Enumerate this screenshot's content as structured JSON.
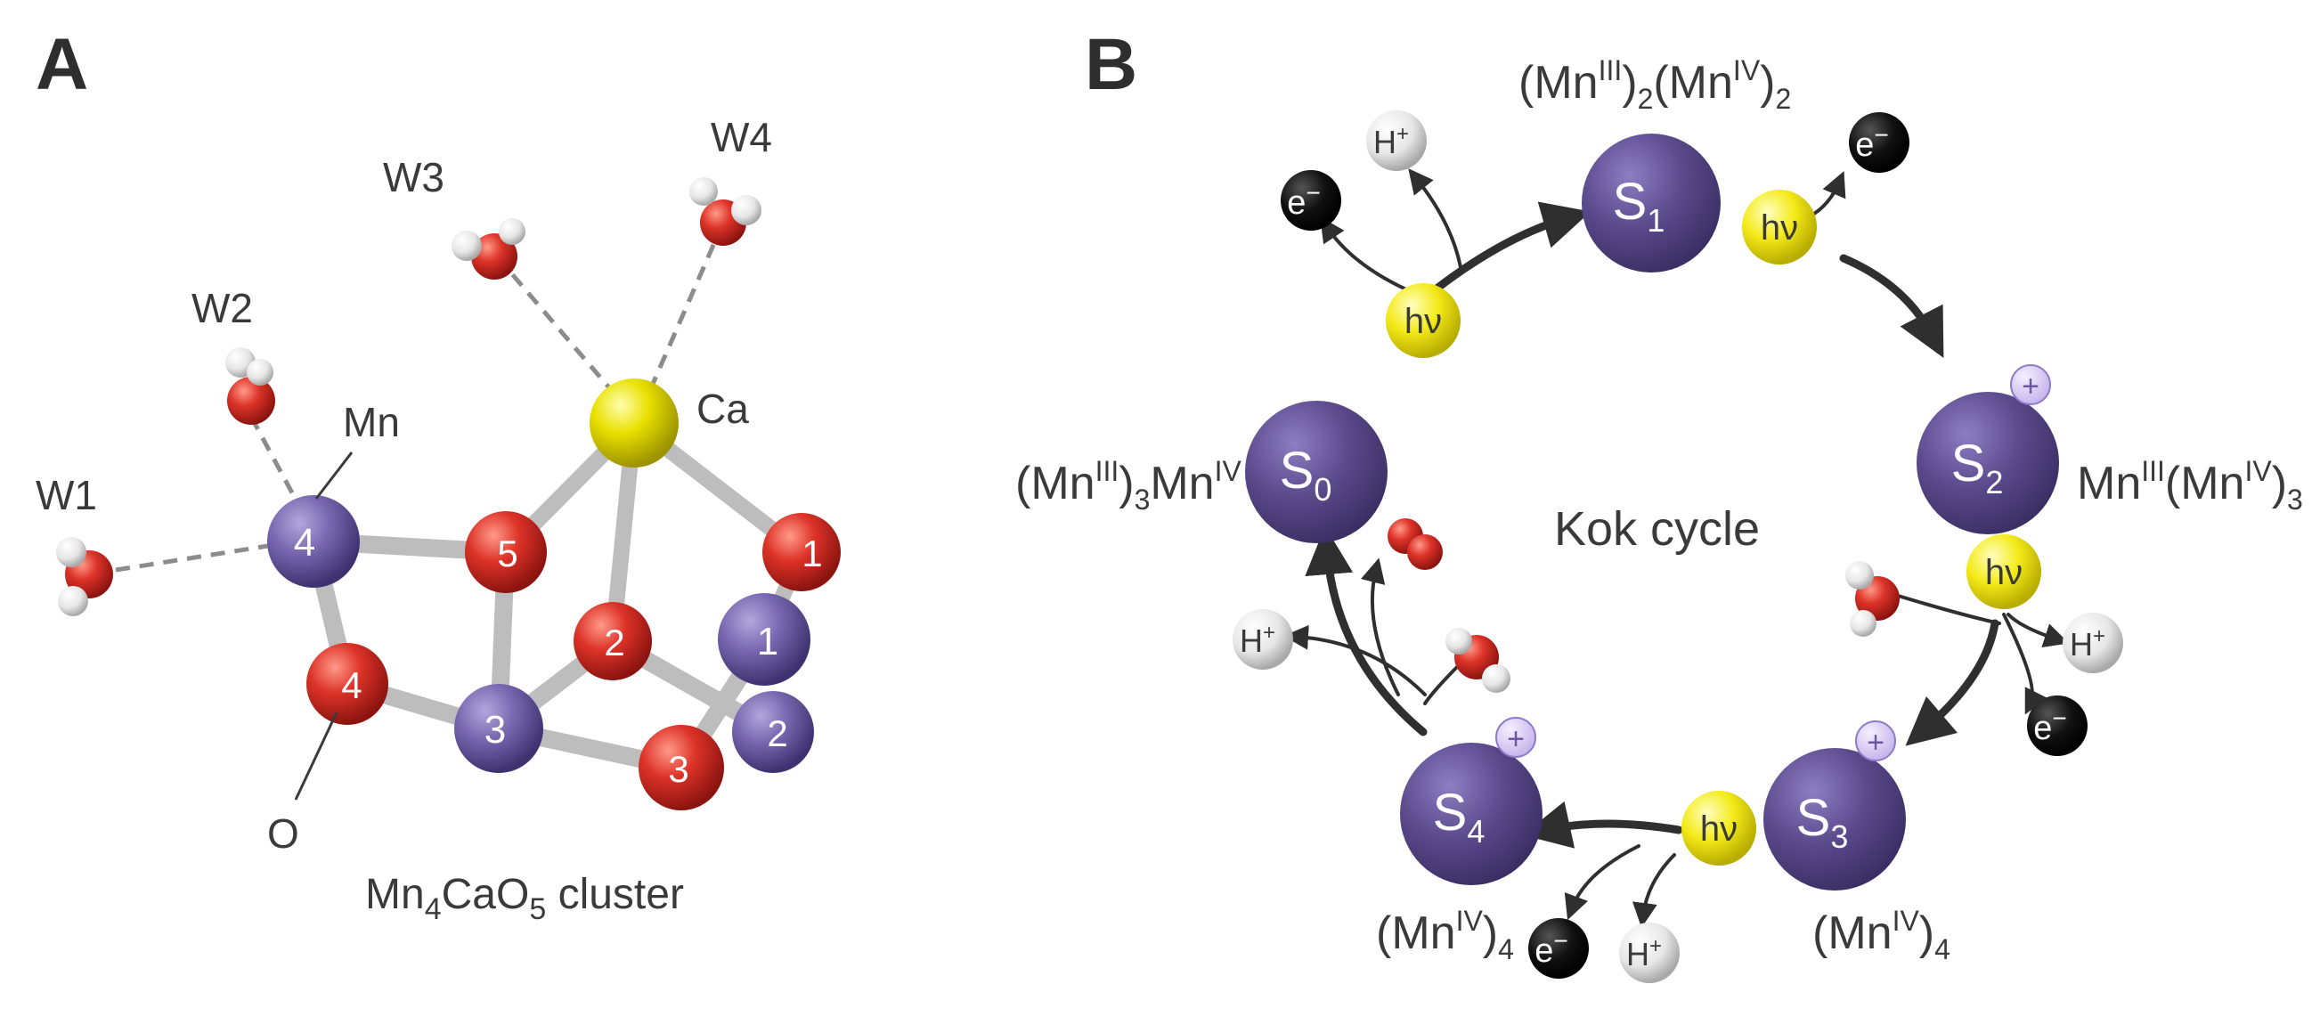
{
  "panel_a": {
    "letter": "A",
    "waters": [
      "W1",
      "W2",
      "W3",
      "W4"
    ],
    "mn_label": "Mn",
    "ca_label": "Ca",
    "o_label": "O",
    "mn_numbers": [
      "4",
      "3",
      "1",
      "2"
    ],
    "o_numbers": [
      "5",
      "4",
      "2",
      "1",
      "3"
    ],
    "cluster_caption": {
      "prefix": "Mn",
      "sub1": "4",
      "mid": "CaO",
      "sub2": "5",
      "suffix": " cluster"
    }
  },
  "panel_b": {
    "letter": "B",
    "center_label": "Kok cycle",
    "states": [
      {
        "s": "S",
        "sub": "0",
        "charge": ""
      },
      {
        "s": "S",
        "sub": "1",
        "charge": ""
      },
      {
        "s": "S",
        "sub": "2",
        "charge": "+"
      },
      {
        "s": "S",
        "sub": "3",
        "charge": "+"
      },
      {
        "s": "S",
        "sub": "4",
        "charge": "+"
      }
    ],
    "oxidation": {
      "s0": {
        "a": "(Mn",
        "a_sup": "III",
        "b": ")",
        "b_sub": "3",
        "c": "Mn",
        "c_sup": "IV"
      },
      "s1": {
        "a": "(Mn",
        "a_sup": "III",
        "b": ")",
        "b_sub": "2",
        "c": "(Mn",
        "c_sup": "IV",
        "d": ")",
        "d_sub": "2"
      },
      "s2": {
        "a": "Mn",
        "a_sup": "III",
        "b": "(Mn",
        "b_sup": "IV",
        "c": ")",
        "c_sub": "3"
      },
      "s3": {
        "a": "(Mn",
        "a_sup": "IV",
        "b": ")",
        "b_sub": "4"
      },
      "s4": {
        "a": "(Mn",
        "a_sup": "IV",
        "b": ")",
        "b_sub": "4"
      }
    },
    "photon": "hν",
    "electron": {
      "base": "e",
      "sup": "−"
    },
    "proton": {
      "base": "H",
      "sup": "+"
    }
  },
  "colors": {
    "mn": "#6b5a9e",
    "state": "#5a4a86",
    "oxygen": "#d4312a",
    "calcium": "#e8e000",
    "photon": "#f5ec1a",
    "bond": "#cfcfcf",
    "label": "#3a3a3a",
    "electron": "#0a0a0a",
    "proton": "#d9d9d9"
  }
}
